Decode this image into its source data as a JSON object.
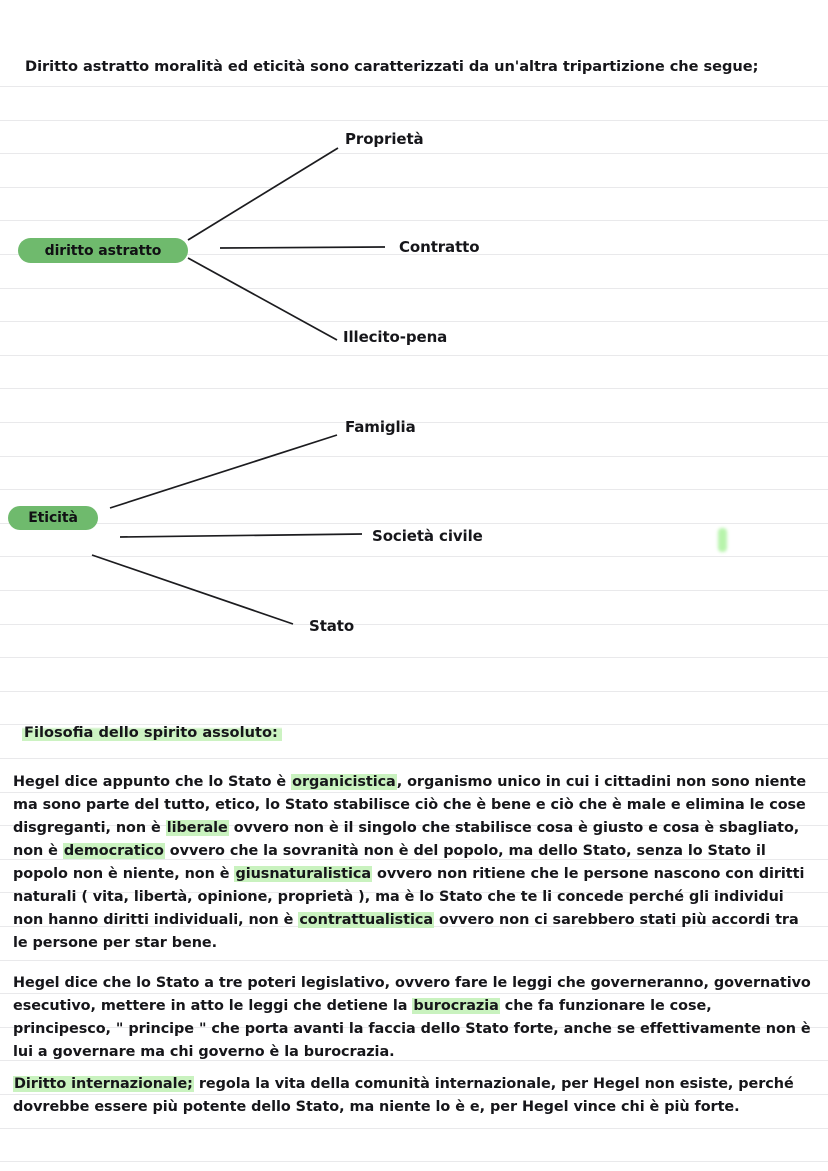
{
  "document": {
    "title_line": "Diritto astratto moralità ed eticità sono caratterizzati da un'altra tripartizione che segue;"
  },
  "diagram_abstract_right": {
    "root_label": "diritto astratto",
    "branches": [
      {
        "label": "Proprietà"
      },
      {
        "label": "Contratto"
      },
      {
        "label": "Illecito-pena"
      }
    ]
  },
  "diagram_ethical_life": {
    "root_label": "Eticità",
    "branches": [
      {
        "label": "Famiglia"
      },
      {
        "label": "Società civile"
      },
      {
        "label": "Stato"
      }
    ]
  },
  "prose": {
    "heading": "Filosofia dello spirito assoluto:",
    "paragraph_1": {
      "p1_a": "Hegel dice appunto che lo Stato è ",
      "p1_hl1": "organicistica",
      "p1_b": ", organismo unico in cui i cittadini non sono niente ma sono parte del tutto, etico, lo Stato stabilisce ciò che è bene e ciò che è male e elimina le cose disgreganti, non è ",
      "p1_hl2": "liberale",
      "p1_c": " ovvero non è il singolo che stabilisce cosa è giusto e cosa è sbagliato, non è ",
      "p1_hl3": "democratico",
      "p1_d": " ovvero che la sovranità non è del popolo, ma dello Stato, senza lo Stato il popolo non è niente, non è ",
      "p1_hl4": "giusnaturalistica",
      "p1_e": " ovvero non ritiene che le persone nascono con diritti naturali ( vita, libertà, opinione, proprietà ), ma è lo Stato che te li concede perché gli individui non hanno diritti individuali, non è ",
      "p1_hl5": "contrattualistica",
      "p1_f": " ovvero non ci sarebbero stati più accordi tra le persone per star bene."
    },
    "paragraph_2": {
      "p2_a": "Hegel dice che lo Stato a tre poteri legislativo, ovvero fare le leggi che governeranno, governativo esecutivo, mettere in atto le leggi che detiene la ",
      "p2_hl1": "burocrazia",
      "p2_b": " che fa funzionare le cose, principesco, \" principe \" che porta avanti la faccia dello Stato forte, anche se effettivamente non è lui a governare ma chi governo è la burocrazia."
    },
    "paragraph_3": {
      "p3_hl1": "Diritto internazionale;",
      "p3_a": " regola la vita della comunità internazionale, per Hegel non esiste, perché dovrebbe essere più potente dello Stato, ma niente lo è e, per Hegel vince chi è più forte."
    }
  },
  "colors": {
    "pill_green": "#6fba6d",
    "highlight_green": "#c9f2bf",
    "rule_gray": "#e9e9eb",
    "ink": "#16161a"
  }
}
